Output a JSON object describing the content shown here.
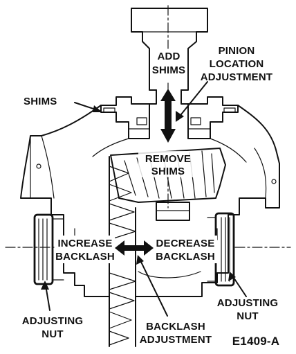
{
  "labels": {
    "add_shims": [
      "ADD",
      "SHIMS"
    ],
    "pinion_location": [
      "PINION",
      "LOCATION",
      "ADJUSTMENT"
    ],
    "shims": "SHIMS",
    "remove_shims": [
      "REMOVE",
      "SHIMS"
    ],
    "increase_backlash": [
      "INCREASE",
      "BACKLASH"
    ],
    "decrease_backlash": [
      "DECREASE",
      "BACKLASH"
    ],
    "adjusting_nut_left": [
      "ADJUSTING",
      "NUT"
    ],
    "adjusting_nut_right": [
      "ADJUSTING",
      "NUT"
    ],
    "backlash_adjustment": [
      "BACKLASH",
      "ADJUSTMENT"
    ],
    "figure_code": "E1409-A"
  },
  "colors": {
    "ink": "#111111",
    "paper": "#ffffff",
    "gear_shade": "#dcdcdc"
  }
}
